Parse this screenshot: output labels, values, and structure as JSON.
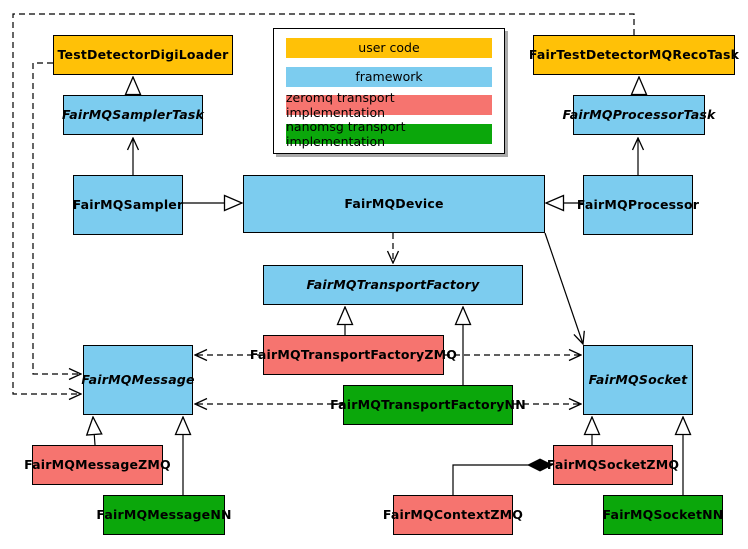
{
  "diagram": {
    "subject": "FairMQ class diagram"
  },
  "colors": {
    "user_code": "#FFC107",
    "framework": "#7CCCEF",
    "zeromq_impl": "#F6746F",
    "nanomsg_impl": "#0BA70B",
    "line": "#000000",
    "background": "#FFFFFF"
  },
  "legend": {
    "items": [
      {
        "label": "user code",
        "color": "user_code"
      },
      {
        "label": "framework",
        "color": "framework"
      },
      {
        "label": "zeromq transport implementation",
        "color": "zeromq_impl"
      },
      {
        "label": "nanomsg transport implementation",
        "color": "nanomsg_impl"
      }
    ]
  },
  "nodes": {
    "testDetectorDigiLoader": {
      "label": "TestDetectorDigiLoader",
      "category": "user_code",
      "abstract": false
    },
    "fairTestDetectorMQRecoTask": {
      "label": "FairTestDetectorMQRecoTask",
      "category": "user_code",
      "abstract": false
    },
    "fairMQSamplerTask": {
      "label": "FairMQSamplerTask",
      "category": "framework",
      "abstract": true
    },
    "fairMQProcessorTask": {
      "label": "FairMQProcessorTask",
      "category": "framework",
      "abstract": true
    },
    "fairMQSampler": {
      "label": "FairMQSampler",
      "category": "framework",
      "abstract": false
    },
    "fairMQDevice": {
      "label": "FairMQDevice",
      "category": "framework",
      "abstract": false
    },
    "fairMQProcessor": {
      "label": "FairMQProcessor",
      "category": "framework",
      "abstract": false
    },
    "fairMQTransportFactory": {
      "label": "FairMQTransportFactory",
      "category": "framework",
      "abstract": true
    },
    "fairMQTransportFactoryZMQ": {
      "label": "FairMQTransportFactoryZMQ",
      "category": "zeromq_impl",
      "abstract": false
    },
    "fairMQTransportFactoryNN": {
      "label": "FairMQTransportFactoryNN",
      "category": "nanomsg_impl",
      "abstract": false
    },
    "fairMQMessage": {
      "label": "FairMQMessage",
      "category": "framework",
      "abstract": true
    },
    "fairMQSocket": {
      "label": "FairMQSocket",
      "category": "framework",
      "abstract": true
    },
    "fairMQMessageZMQ": {
      "label": "FairMQMessageZMQ",
      "category": "zeromq_impl",
      "abstract": false
    },
    "fairMQMessageNN": {
      "label": "FairMQMessageNN",
      "category": "nanomsg_impl",
      "abstract": false
    },
    "fairMQContextZMQ": {
      "label": "FairMQContextZMQ",
      "category": "zeromq_impl",
      "abstract": false
    },
    "fairMQSocketZMQ": {
      "label": "FairMQSocketZMQ",
      "category": "zeromq_impl",
      "abstract": false
    },
    "fairMQSocketNN": {
      "label": "FairMQSocketNN",
      "category": "nanomsg_impl",
      "abstract": false
    }
  },
  "edges": [
    {
      "source": "FairMQSamplerTask",
      "target": "TestDetectorDigiLoader",
      "line": "solid",
      "head": "hollow-triangle"
    },
    {
      "source": "FairMQProcessorTask",
      "target": "FairTestDetectorMQRecoTask",
      "line": "solid",
      "head": "hollow-triangle"
    },
    {
      "source": "FairMQSampler",
      "target": "FairMQSamplerTask",
      "line": "solid",
      "head": "open-arrow"
    },
    {
      "source": "FairMQProcessor",
      "target": "FairMQProcessorTask",
      "line": "solid",
      "head": "open-arrow"
    },
    {
      "source": "FairMQSampler",
      "target": "FairMQDevice",
      "line": "solid",
      "head": "hollow-triangle"
    },
    {
      "source": "FairMQProcessor",
      "target": "FairMQDevice",
      "line": "solid",
      "head": "hollow-triangle"
    },
    {
      "source": "FairMQDevice",
      "target": "FairMQTransportFactory",
      "line": "dashed",
      "head": "open-arrow"
    },
    {
      "source": "FairMQDevice",
      "target": "FairMQSocket",
      "line": "solid",
      "head": "open-arrow"
    },
    {
      "source": "FairMQTransportFactoryZMQ",
      "target": "FairMQTransportFactory",
      "line": "solid",
      "head": "hollow-triangle"
    },
    {
      "source": "FairMQTransportFactoryNN",
      "target": "FairMQTransportFactory",
      "line": "solid",
      "head": "hollow-triangle"
    },
    {
      "source": "FairMQTransportFactoryZMQ",
      "target": "FairMQMessage",
      "line": "dashed",
      "head": "open-arrow"
    },
    {
      "source": "FairMQTransportFactoryZMQ",
      "target": "FairMQSocket",
      "line": "dashed",
      "head": "open-arrow"
    },
    {
      "source": "FairMQTransportFactoryNN",
      "target": "FairMQMessage",
      "line": "dashed",
      "head": "open-arrow"
    },
    {
      "source": "FairMQTransportFactoryNN",
      "target": "FairMQSocket",
      "line": "dashed",
      "head": "open-arrow"
    },
    {
      "source": "TestDetectorDigiLoader",
      "target": "FairMQMessage",
      "line": "dashed",
      "head": "open-arrow"
    },
    {
      "source": "FairTestDetectorMQRecoTask",
      "target": "FairMQMessage",
      "line": "dashed",
      "head": "open-arrow"
    },
    {
      "source": "FairMQMessageZMQ",
      "target": "FairMQMessage",
      "line": "solid",
      "head": "hollow-triangle"
    },
    {
      "source": "FairMQMessageNN",
      "target": "FairMQMessage",
      "line": "solid",
      "head": "hollow-triangle"
    },
    {
      "source": "FairMQSocketZMQ",
      "target": "FairMQSocket",
      "line": "solid",
      "head": "hollow-triangle"
    },
    {
      "source": "FairMQSocketNN",
      "target": "FairMQSocket",
      "line": "solid",
      "head": "hollow-triangle"
    },
    {
      "source": "FairMQContextZMQ",
      "target": "FairMQSocketZMQ",
      "line": "solid",
      "head": "filled-diamond"
    }
  ]
}
